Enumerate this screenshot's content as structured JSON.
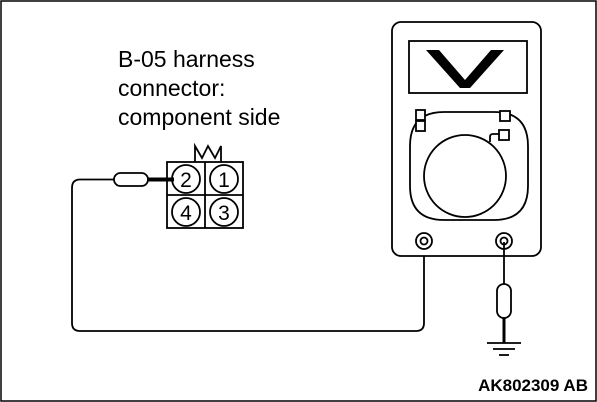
{
  "connector": {
    "label_lines": [
      "B-05 harness",
      "connector:",
      "component side"
    ],
    "pins": [
      "2",
      "1",
      "4",
      "3"
    ]
  },
  "figure_code": "AK802309 AB",
  "colors": {
    "line": "#000000",
    "background": "#ffffff"
  },
  "icons": [
    "voltmeter-icon",
    "ground-symbol-icon",
    "probe-icon"
  ]
}
